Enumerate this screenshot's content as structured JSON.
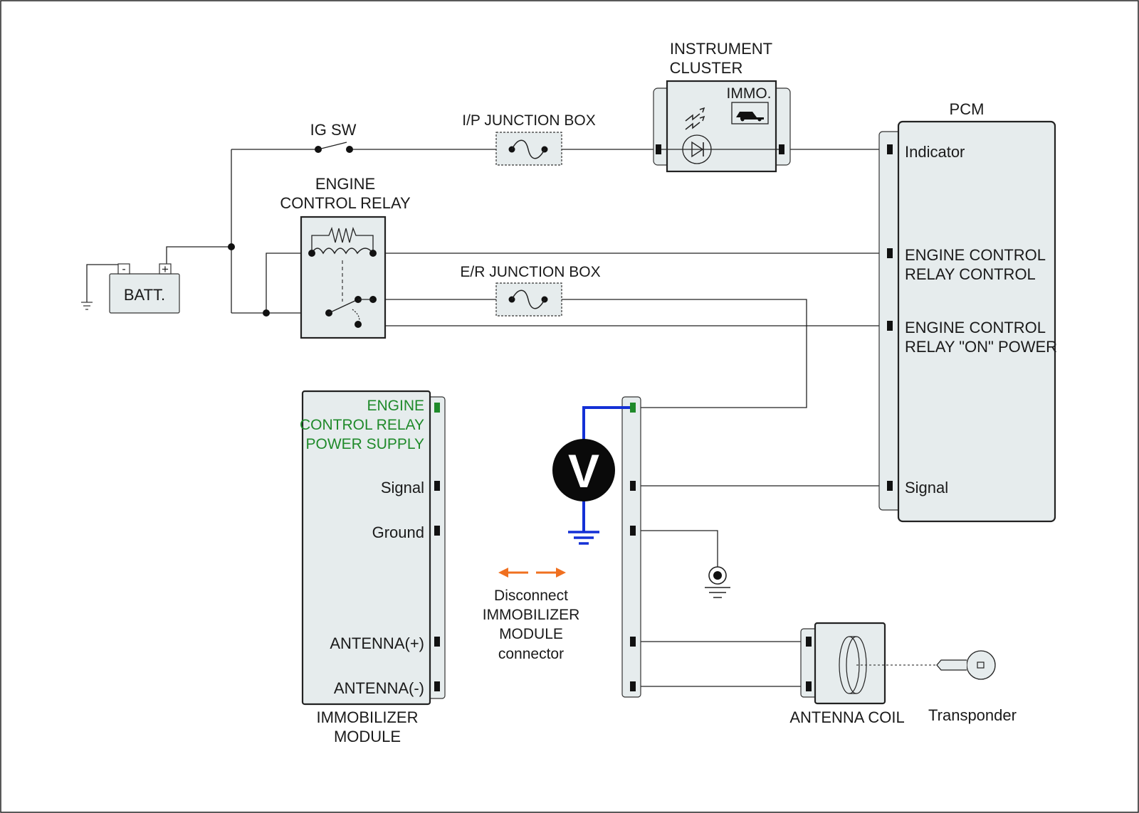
{
  "components": {
    "battery": {
      "label": "BATT.",
      "minus": "-",
      "plus": "+"
    },
    "ig_switch": {
      "label": "IG SW"
    },
    "ip_junction_box": {
      "label": "I/P JUNCTION BOX"
    },
    "er_junction_box": {
      "label": "E/R JUNCTION BOX"
    },
    "engine_control_relay": {
      "label_line1": "ENGINE",
      "label_line2": "CONTROL RELAY"
    },
    "instrument_cluster": {
      "label_line1": "INSTRUMENT",
      "label_line2": "CLUSTER",
      "immo_label": "IMMO."
    },
    "pcm": {
      "label": "PCM",
      "pins": {
        "indicator": "Indicator",
        "ecr_control_1": "ENGINE CONTROL",
        "ecr_control_2": "RELAY CONTROL",
        "ecr_on_1": "ENGINE CONTROL",
        "ecr_on_2": "RELAY \"ON\" POWER",
        "signal": "Signal"
      }
    },
    "immobilizer_module": {
      "label_line1": "IMMOBILIZER",
      "label_line2": "MODULE",
      "pins": {
        "ecr_ps_1": "ENGINE",
        "ecr_ps_2": "CONTROL RELAY",
        "ecr_ps_3": "POWER SUPPLY",
        "signal": "Signal",
        "ground": "Ground",
        "antenna_pos": "ANTENNA(+)",
        "antenna_neg": "ANTENNA(-)"
      }
    },
    "voltmeter": {
      "symbol": "V"
    },
    "note": {
      "line1": "Disconnect",
      "line2": "IMMOBILIZER",
      "line3": "MODULE",
      "line4": "connector"
    },
    "antenna_coil": {
      "label": "ANTENNA COIL"
    },
    "transponder": {
      "label": "Transponder"
    }
  },
  "colors": {
    "highlight_text": "#1f8a2a",
    "meter_lead": "#1430d6",
    "arrow": "#f07020",
    "box_fill": "#e6eced"
  }
}
